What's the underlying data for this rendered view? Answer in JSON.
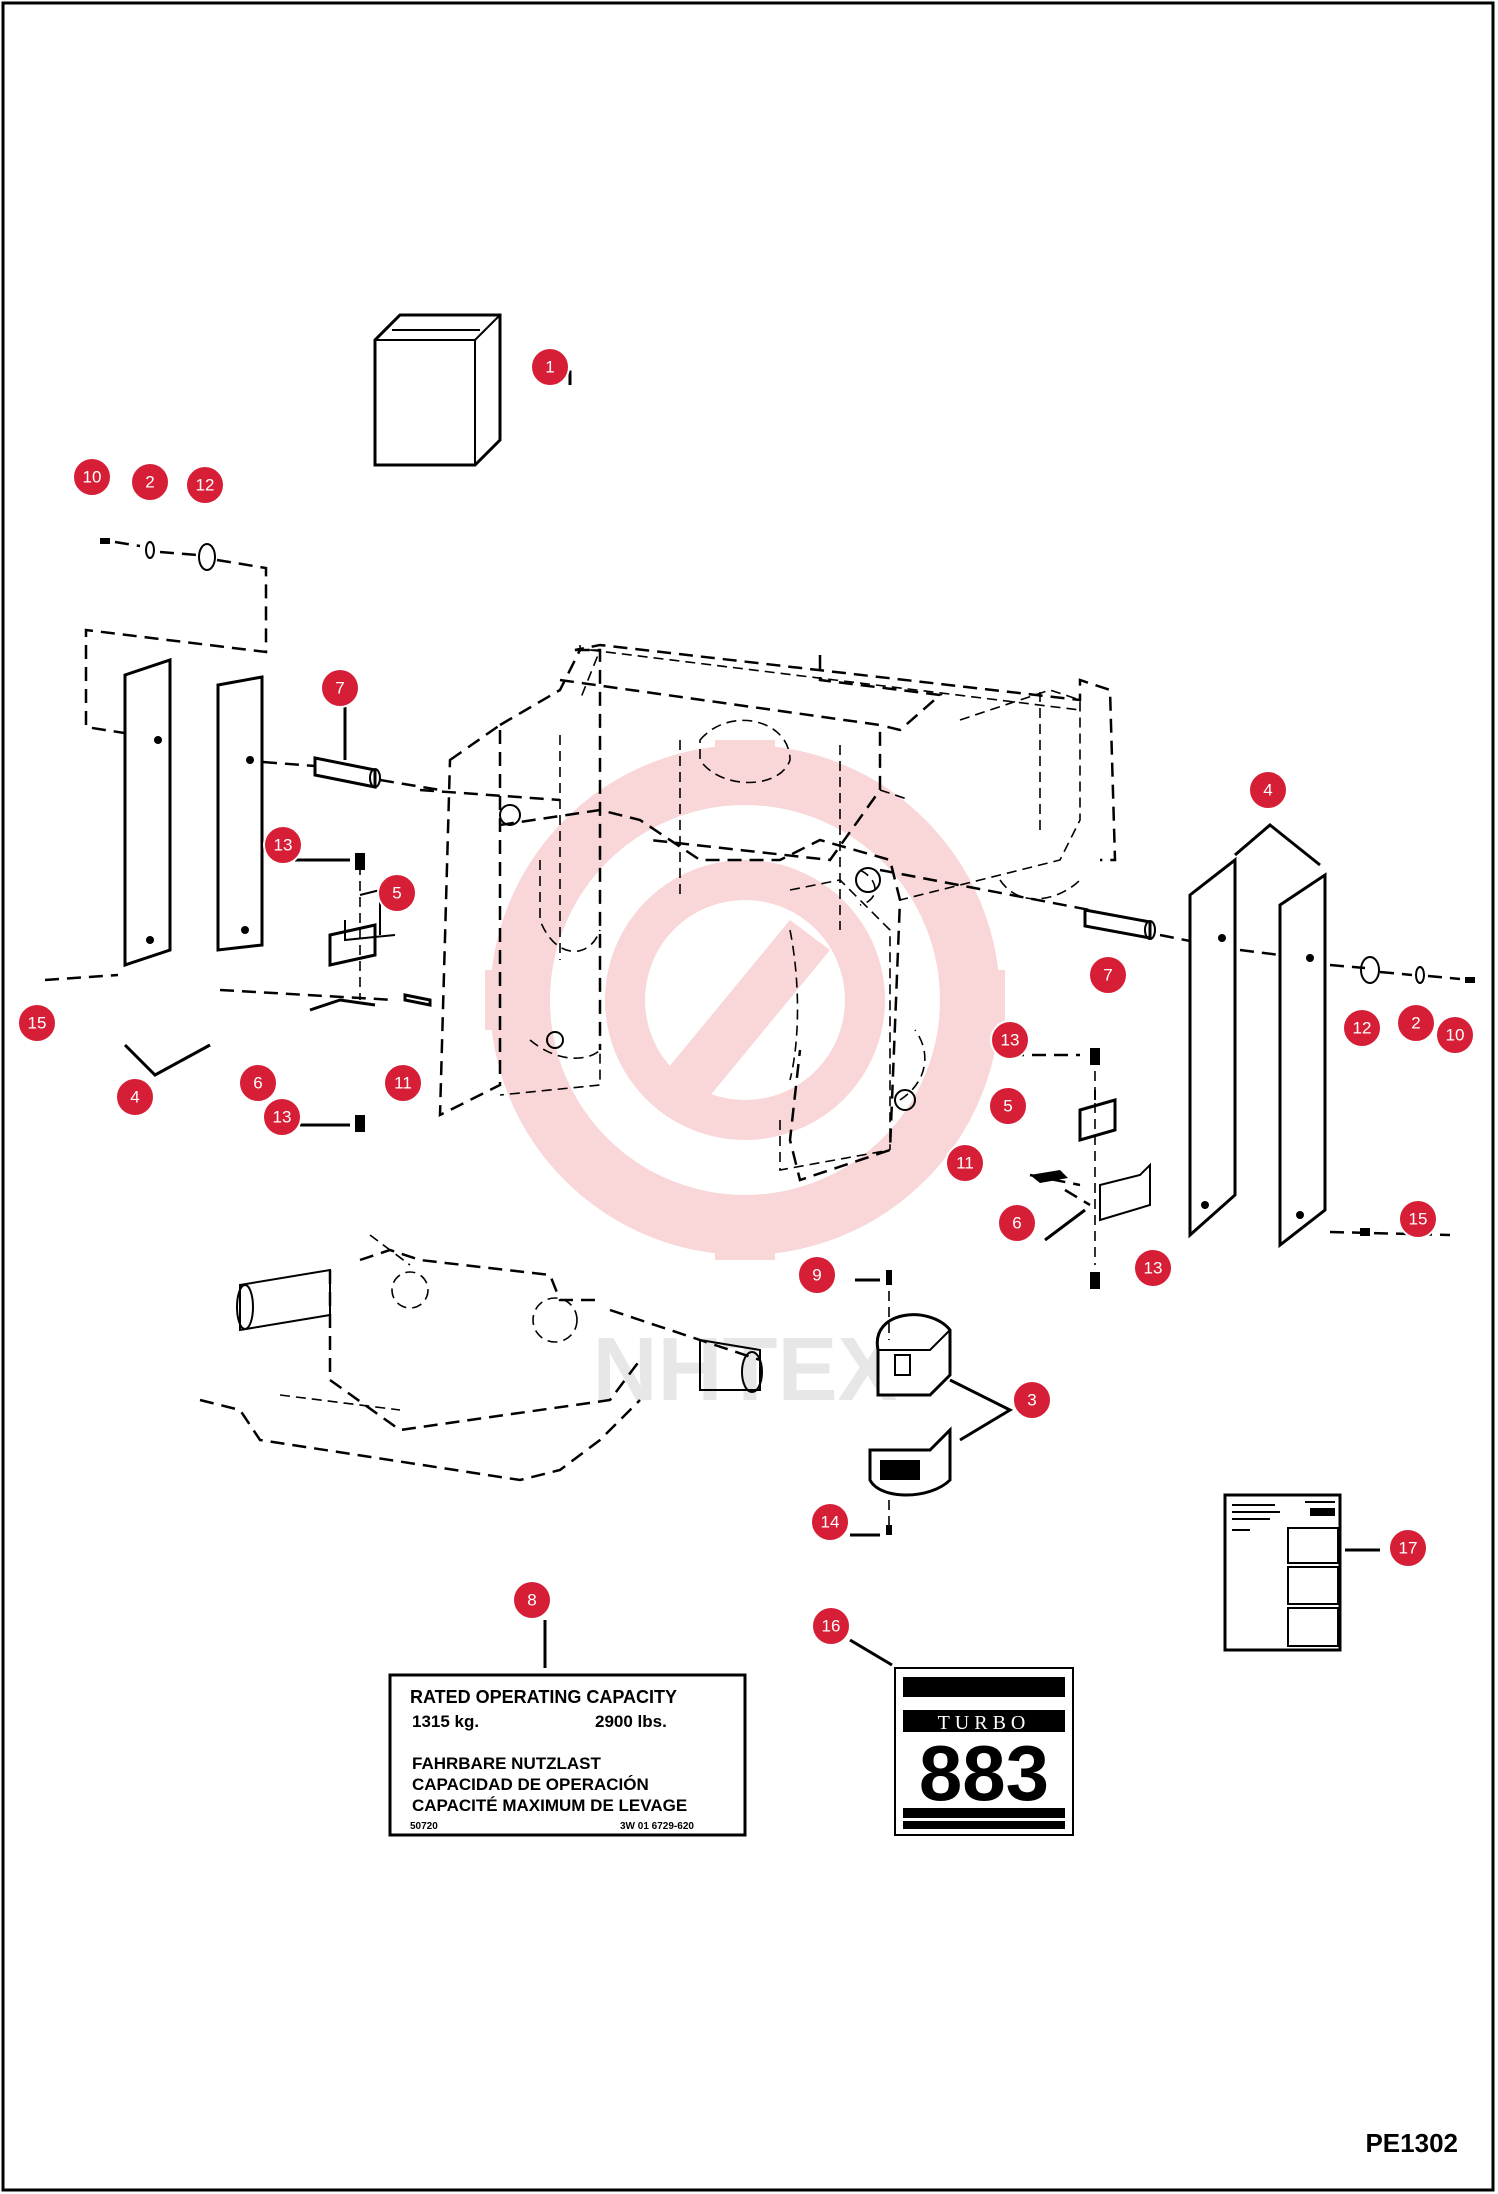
{
  "drawing": {
    "code": "PE1302",
    "watermark": "NHTEX"
  },
  "callouts": [
    {
      "id": "c-1",
      "number": "1"
    },
    {
      "id": "c-10a",
      "number": "10"
    },
    {
      "id": "c-2a",
      "number": "2"
    },
    {
      "id": "c-12a",
      "number": "12"
    },
    {
      "id": "c-7a",
      "number": "7"
    },
    {
      "id": "c-13a",
      "number": "13"
    },
    {
      "id": "c-5a",
      "number": "5"
    },
    {
      "id": "c-15a",
      "number": "15"
    },
    {
      "id": "c-6a",
      "number": "6"
    },
    {
      "id": "c-11a",
      "number": "11"
    },
    {
      "id": "c-4a",
      "number": "4"
    },
    {
      "id": "c-13b",
      "number": "13"
    },
    {
      "id": "c-4b",
      "number": "4"
    },
    {
      "id": "c-7b",
      "number": "7"
    },
    {
      "id": "c-12b",
      "number": "12"
    },
    {
      "id": "c-2b",
      "number": "2"
    },
    {
      "id": "c-10b",
      "number": "10"
    },
    {
      "id": "c-13c",
      "number": "13"
    },
    {
      "id": "c-5b",
      "number": "5"
    },
    {
      "id": "c-11b",
      "number": "11"
    },
    {
      "id": "c-6b",
      "number": "6"
    },
    {
      "id": "c-15b",
      "number": "15"
    },
    {
      "id": "c-13d",
      "number": "13"
    },
    {
      "id": "c-9",
      "number": "9"
    },
    {
      "id": "c-3",
      "number": "3"
    },
    {
      "id": "c-14",
      "number": "14"
    },
    {
      "id": "c-17",
      "number": "17"
    },
    {
      "id": "c-8",
      "number": "8"
    },
    {
      "id": "c-16",
      "number": "16"
    }
  ],
  "capacity_decal": {
    "line1": "RATED OPERATING CAPACITY",
    "kg": "1315 kg.",
    "lbs": "2900 lbs.",
    "line3": "FAHRBARE NUTZLAST",
    "line4": "CAPACIDAD DE OPERACIÓN",
    "line5": "CAPACITÉ MAXIMUM DE LEVAGE",
    "part_left": "50720",
    "part_right": "3W 01 6729-620"
  },
  "model_decal": {
    "top": "TURBO",
    "model": "883"
  }
}
